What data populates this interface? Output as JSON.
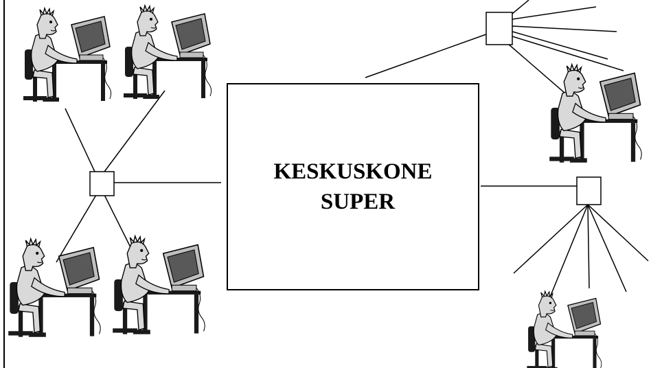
{
  "diagram": {
    "server": {
      "line1": "KESKUSKONE",
      "line2": "SUPER"
    },
    "hubs": [
      {
        "id": "hub-left"
      },
      {
        "id": "hub-top-right"
      },
      {
        "id": "hub-bottom-right"
      }
    ],
    "workstations": [
      {
        "id": "user-top-left-1"
      },
      {
        "id": "user-top-left-2"
      },
      {
        "id": "user-bottom-left-1"
      },
      {
        "id": "user-bottom-left-2"
      },
      {
        "id": "user-top-right"
      },
      {
        "id": "user-bottom-right"
      }
    ],
    "colors": {
      "line": "#000000",
      "skin": "#d9d9d9",
      "monitor": "#bfbfbf",
      "screen": "#595959",
      "dark": "#1a1a1a"
    }
  }
}
